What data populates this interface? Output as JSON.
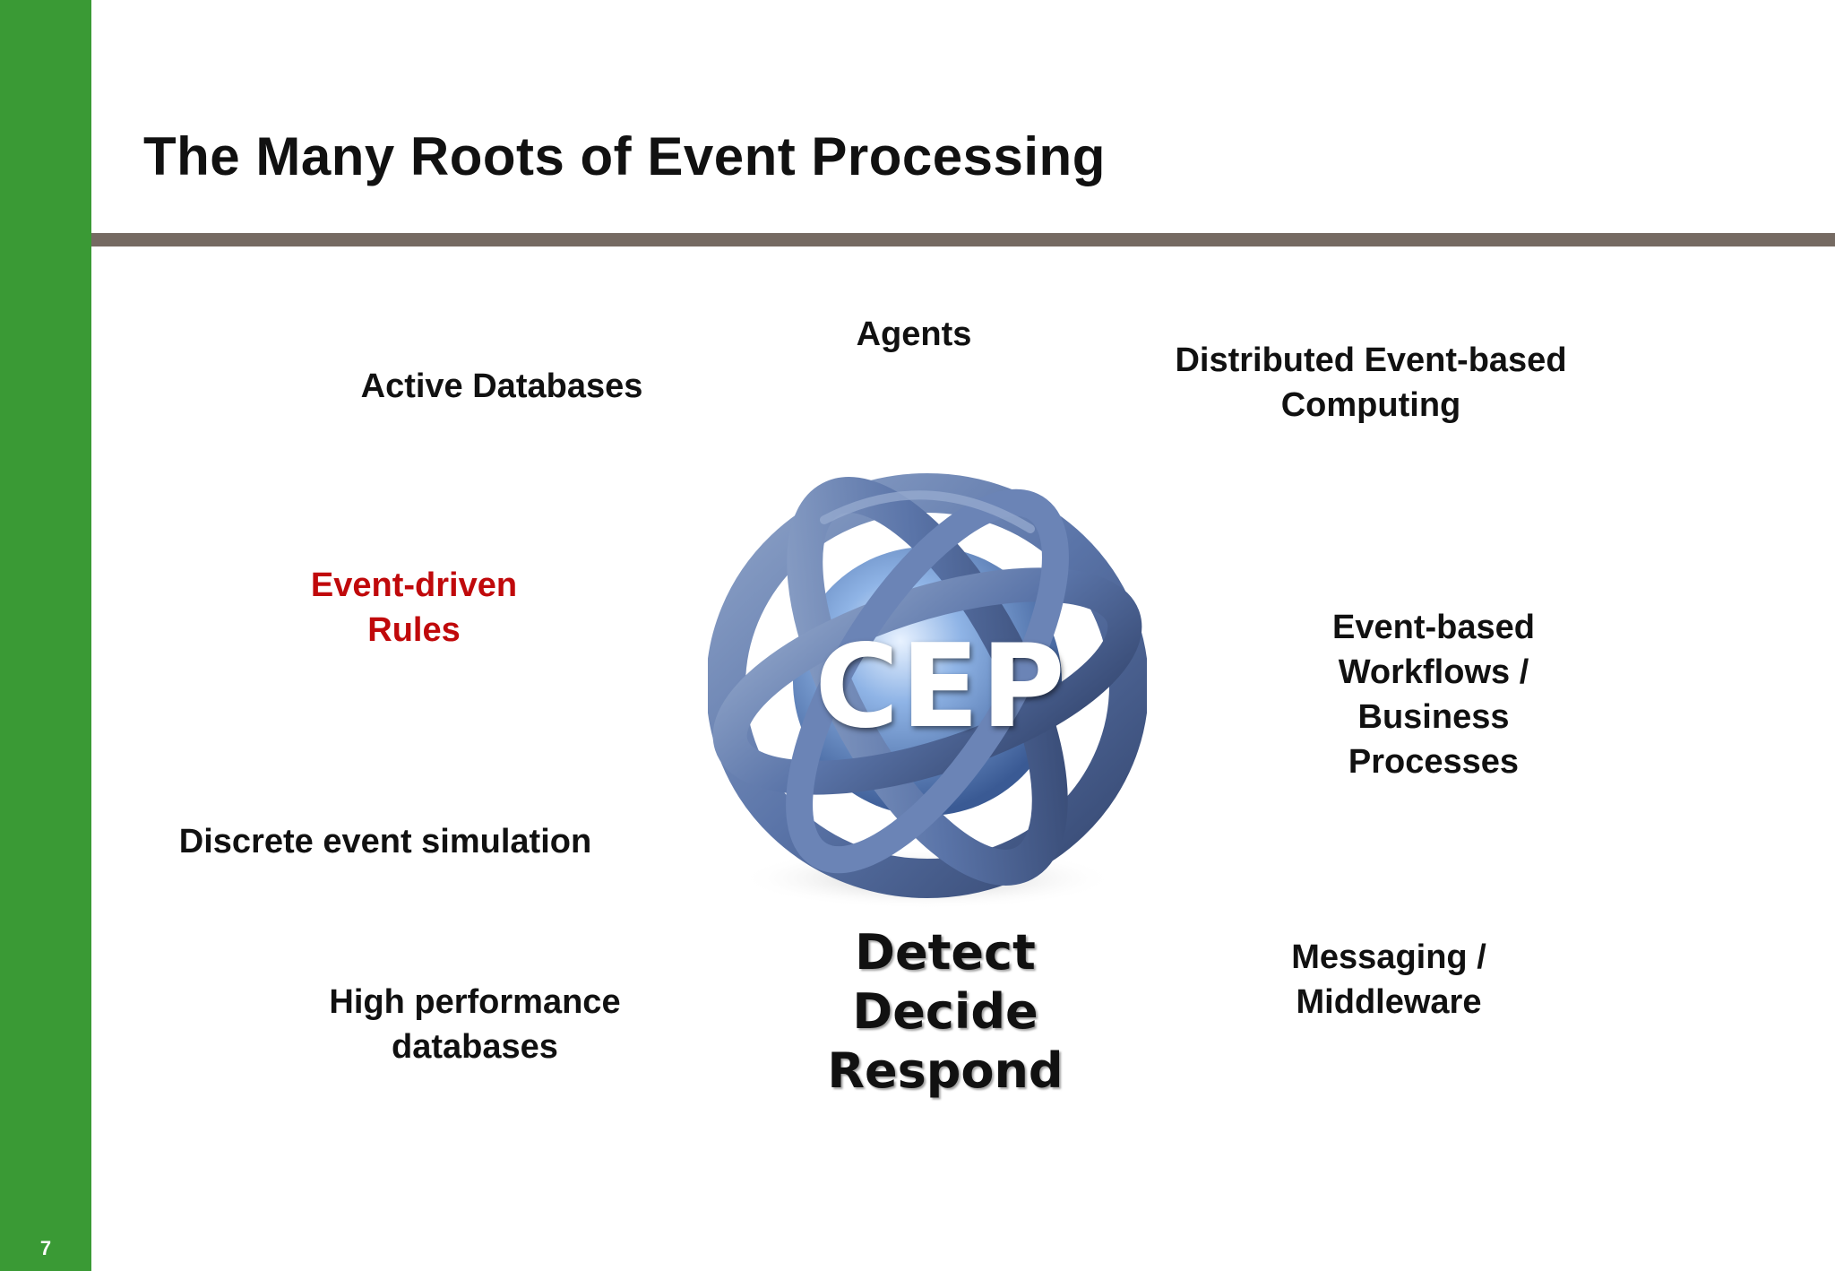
{
  "slide": {
    "title": "The Many Roots of Event Processing",
    "number": "7"
  },
  "roots": {
    "agents": "Agents",
    "active_databases": "Active Databases",
    "distributed": [
      "Distributed Event-based",
      "Computing"
    ],
    "event_driven_rules": [
      "Event-driven",
      "Rules"
    ],
    "workflows": [
      "Event-based",
      "Workflows /",
      "Business",
      "Processes"
    ],
    "discrete_event_simulation": "Discrete event simulation",
    "high_performance_databases": [
      "High performance",
      "databases"
    ],
    "messaging": [
      "Messaging /",
      "Middleware"
    ]
  },
  "center": {
    "label": "CEP",
    "icon": "armillary-sphere-icon",
    "motto": [
      "Detect",
      "Decide",
      "Respond"
    ]
  },
  "colors": {
    "sidebar_green": "#3a9a35",
    "divider_gray": "#756a62",
    "highlight_red": "#c0090b",
    "sphere_blue": "#5a74a8"
  }
}
